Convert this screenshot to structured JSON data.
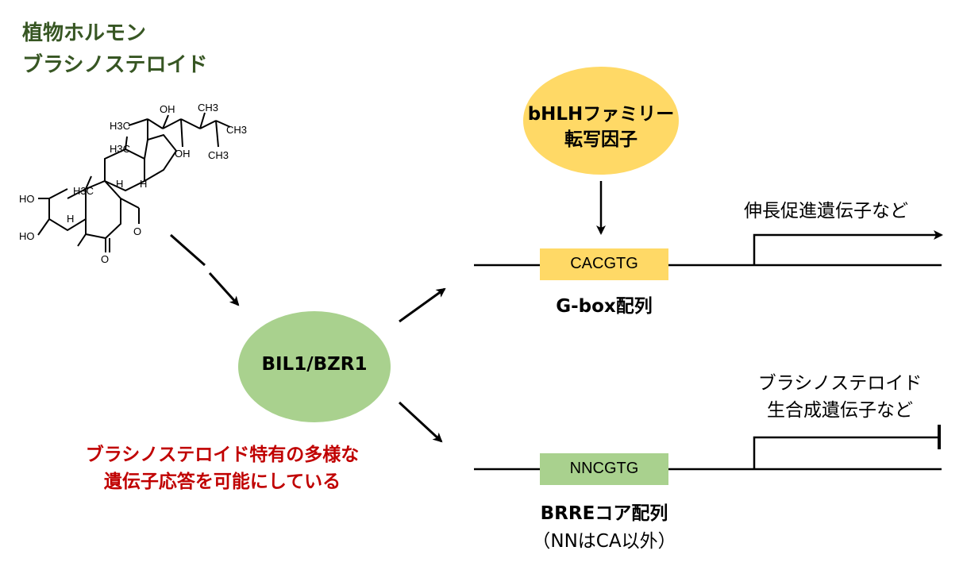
{
  "heading": {
    "line1": "植物ホルモン",
    "line2": "ブラシノステロイド"
  },
  "molecule": {
    "labels": {
      "oh_top": "OH",
      "ch3_top": "CH3",
      "h3c_side": "H3C",
      "ch3_right": "CH3",
      "oh_mid": "OH",
      "ch3_low": "CH3",
      "h3c_mid": "H3C",
      "h3c_ring": "H3C",
      "h_a": "H",
      "h_b": "H",
      "ho_top": "HO",
      "ho_bottom": "HO",
      "h_left": "H",
      "o_ring": "O",
      "o_carbonyl": "O"
    }
  },
  "transcription_factor": {
    "name": "BIL1/BZR1",
    "color": "#a9d18e"
  },
  "bhlh": {
    "line1": "bHLHファミリー",
    "line2": "転写因子",
    "color": "#ffd966"
  },
  "upper_gene": {
    "box_text": "CACGTG",
    "box_color": "#ffd966",
    "box_label": "G-box配列",
    "target": "伸長促進遺伝子など"
  },
  "lower_gene": {
    "box_text": "NNCGTG",
    "box_color": "#a9d18e",
    "box_label": "BRREコア配列",
    "box_sublabel": "（NNはCA以外）",
    "target_line1": "ブラシノステロイド",
    "target_line2": "生合成遺伝子など"
  },
  "note": {
    "line1": "ブラシノステロイド特有の多様な",
    "line2": "遺伝子応答を可能にしている",
    "color": "#c00000"
  }
}
